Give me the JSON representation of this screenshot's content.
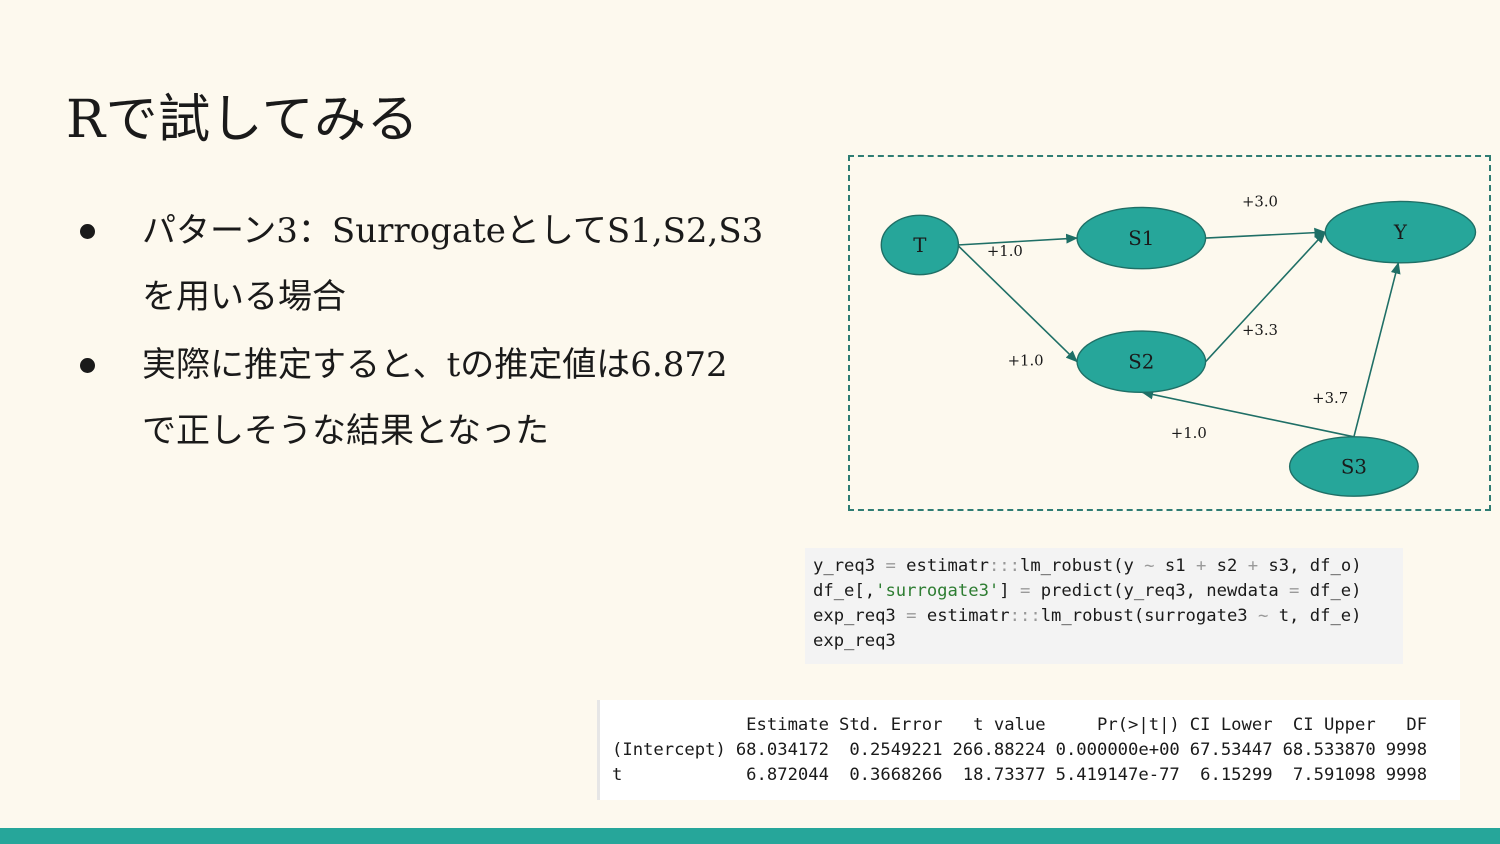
{
  "slide": {
    "title": "Rで試してみる",
    "bullets": [
      [
        "パターン3：SurrogateとしてS1,S2,S3",
        "を用いる場合"
      ],
      [
        "実際に推定すると、tの推定値は6.872",
        "で正しそうな結果となった"
      ]
    ]
  },
  "diagram": {
    "node_fill": "#26a69a",
    "edge_color": "#1f6f66",
    "frame_color": "#2e7d73",
    "nodes": [
      {
        "id": "T",
        "label": "T"
      },
      {
        "id": "S1",
        "label": "S1"
      },
      {
        "id": "S2",
        "label": "S2"
      },
      {
        "id": "Y",
        "label": "Y"
      },
      {
        "id": "S3",
        "label": "S3"
      }
    ],
    "edges": [
      {
        "from": "T",
        "to": "S1",
        "label": "+1.0"
      },
      {
        "from": "T",
        "to": "S2",
        "label": "+1.0"
      },
      {
        "from": "S1",
        "to": "Y",
        "label": "+3.0"
      },
      {
        "from": "S2",
        "to": "Y",
        "label": "+3.3"
      },
      {
        "from": "S3",
        "to": "Y",
        "label": "+3.7"
      },
      {
        "from": "S3",
        "to": "S2",
        "label": "+1.0"
      }
    ]
  },
  "code": {
    "lines": [
      [
        {
          "t": "y_req3 "
        },
        {
          "t": "=",
          "c": "op"
        },
        {
          "t": " estimatr"
        },
        {
          "t": ":::",
          "c": "op"
        },
        {
          "t": "lm_robust(y "
        },
        {
          "t": "~",
          "c": "op"
        },
        {
          "t": " s1 "
        },
        {
          "t": "+",
          "c": "op"
        },
        {
          "t": " s2 "
        },
        {
          "t": "+",
          "c": "op"
        },
        {
          "t": " s3, df_o)"
        }
      ],
      [
        {
          "t": "df_e[,"
        },
        {
          "t": "'surrogate3'",
          "c": "str"
        },
        {
          "t": "] "
        },
        {
          "t": "=",
          "c": "op"
        },
        {
          "t": " predict(y_req3, newdata "
        },
        {
          "t": "=",
          "c": "op"
        },
        {
          "t": " df_e)"
        }
      ],
      [
        {
          "t": "exp_req3 "
        },
        {
          "t": "=",
          "c": "op"
        },
        {
          "t": " estimatr"
        },
        {
          "t": ":::",
          "c": "op"
        },
        {
          "t": "lm_robust(surrogate3 "
        },
        {
          "t": "~",
          "c": "op"
        },
        {
          "t": " t, df_e)"
        }
      ],
      [
        {
          "t": "exp_req3"
        }
      ]
    ]
  },
  "output": {
    "columns": [
      "",
      "Estimate",
      "Std. Error",
      "t value",
      "Pr(>|t|)",
      "CI Lower",
      "CI Upper",
      "DF"
    ],
    "rows": [
      [
        "(Intercept)",
        "68.034172",
        "0.2549221",
        "266.88224",
        "0.000000e+00",
        "67.53447",
        "68.533870",
        "9998"
      ],
      [
        "t",
        "6.872044",
        "0.3668266",
        "18.73377",
        "5.419147e-77",
        "6.15299",
        "7.591098",
        "9998"
      ]
    ]
  },
  "theme": {
    "background": "#fdf9ee",
    "accent_bar": "#26a69a"
  }
}
